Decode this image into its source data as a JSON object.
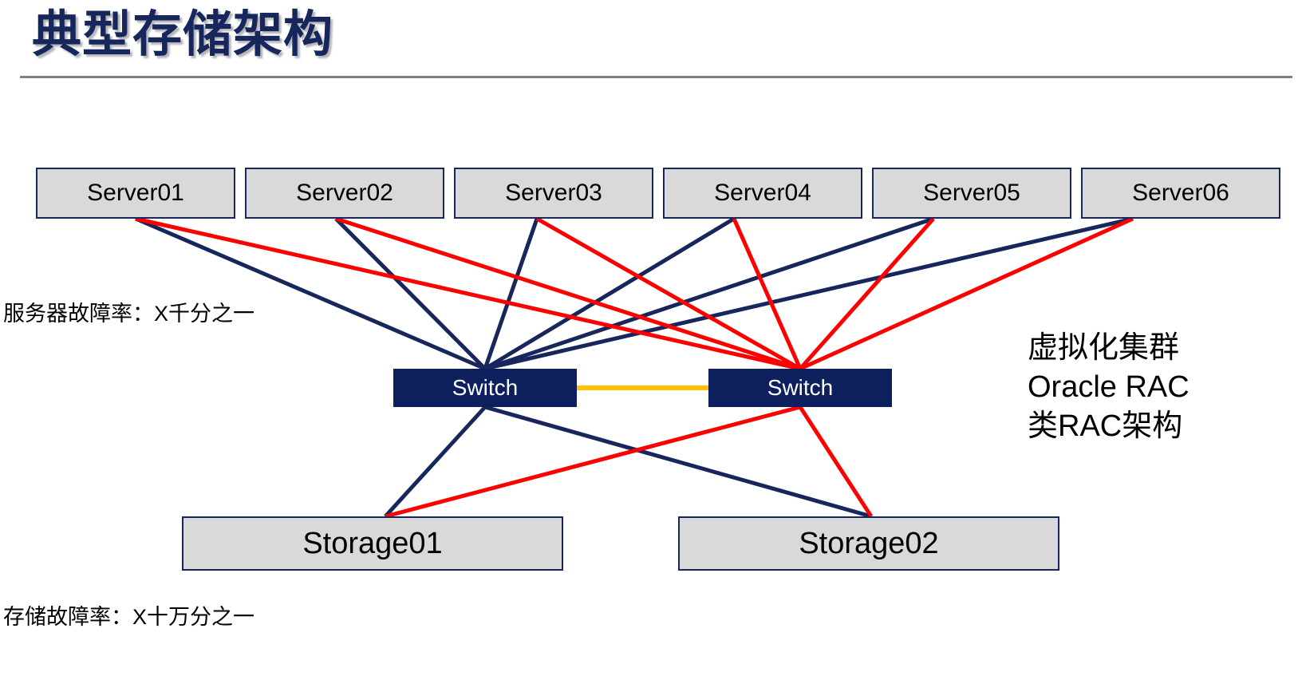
{
  "slide": {
    "title": "典型存储架构",
    "background_color": "#ffffff",
    "title_color": "#17275c",
    "rule_color": "#808080"
  },
  "palette": {
    "navy": "#17275c",
    "switch_fill": "#0d1f5c",
    "box_fill": "#d9d9d9",
    "red_link": "#ff0000",
    "navy_link": "#17275c",
    "interlink_orange": "#ffc000"
  },
  "servers": [
    {
      "label": "Server01"
    },
    {
      "label": "Server02"
    },
    {
      "label": "Server03"
    },
    {
      "label": "Server04"
    },
    {
      "label": "Server05"
    },
    {
      "label": "Server06"
    }
  ],
  "switches": [
    {
      "label": "Switch"
    },
    {
      "label": "Switch"
    }
  ],
  "storages": [
    {
      "label": "Storage01"
    },
    {
      "label": "Storage02"
    }
  ],
  "notes": {
    "server_failure_rate": "服务器故障率：X千分之一",
    "storage_failure_rate": "存储故障率：X十万分之一"
  },
  "cluster_note": {
    "line1": "虚拟化集群",
    "line2": "Oracle RAC",
    "line3": "类RAC架构"
  }
}
